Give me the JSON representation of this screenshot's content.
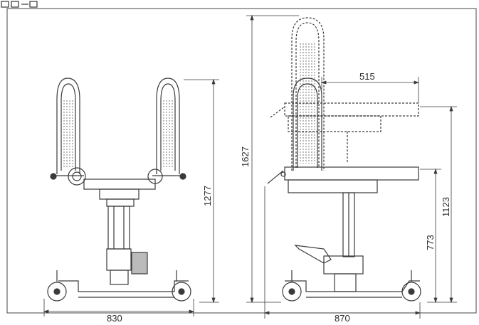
{
  "header": {
    "label": ""
  },
  "front_view": {
    "width_dim": "830",
    "height_dim": "1277"
  },
  "side_view": {
    "total_height_dim": "1627",
    "arm_length_dim": "515",
    "raised_seat_dim": "1123",
    "lowered_seat_dim": "773",
    "base_length_dim": "870"
  },
  "colors": {
    "line": "#3a3a3a",
    "background": "#ffffff"
  }
}
